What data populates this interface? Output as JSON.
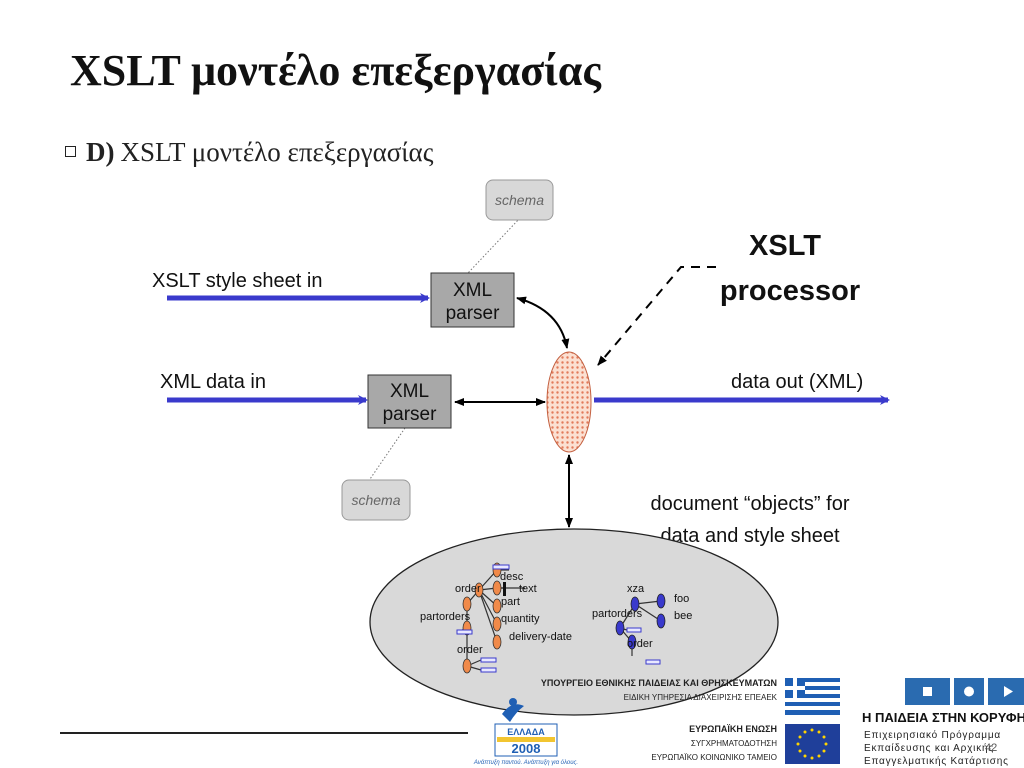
{
  "slide": {
    "title": "XSLT μοντέλο επεξεργασίας",
    "bullet_prefix": "D)",
    "bullet_text": "XSLT μοντέλο επεξεργασίας",
    "page_number": "42"
  },
  "diagram": {
    "schema_top": "schema",
    "schema_bottom": "schema",
    "xsl_input_label": "XSLT style sheet in",
    "xml_input_label": "XML data in",
    "parser_top_line1": "XML",
    "parser_top_line2": "parser",
    "parser_bottom_line1": "XML",
    "parser_bottom_line2": "parser",
    "processor_line1": "XSLT",
    "processor_line2": "processor",
    "output_label": "data out (XML)",
    "objects_line1": "document “objects” for",
    "objects_line2": "data and style sheet",
    "tree_left": {
      "order_top": "order",
      "desc": "desc",
      "text": "text",
      "part": "part",
      "partorders": "partorders",
      "quantity": "quantity",
      "delivery_date": "delivery-date",
      "order_bottom": "order"
    },
    "tree_right": {
      "xza": "xza",
      "foo": "foo",
      "partorders": "partorders",
      "bee": "bee",
      "order": "order"
    },
    "colors": {
      "arrow": "#3a3acc",
      "parser_fill": "#a8a8a8",
      "ellipse_fill": "#d9d9d9",
      "processor_fill": "#f5c6b0",
      "orange_node": "#f08a4a",
      "blue_node": "#3a3acc"
    }
  },
  "logos": {
    "ministry_line1": "ΥΠΟΥΡΓΕΙΟ ΕΘΝΙΚΗΣ ΠΑΙΔΕΙΑΣ ΚΑΙ ΘΡΗΣΚΕΥΜΑΤΩΝ",
    "ministry_line2": "ΕΙΔΙΚΗ ΥΠΗΡΕΣΙΑ ΔΙΑΧΕΙΡΙΣΗΣ ΕΠΕΑΕΚ",
    "eu_line1": "ΕΥΡΩΠΑΪΚΗ ΕΝΩΣΗ",
    "eu_line2": "ΣΥΓΧΡΗΜΑΤΟΔΟΤΗΣΗ",
    "eu_line3": "ΕΥΡΩΠΑΪΚΟ ΚΟΙΝΩΝΙΚΟ ΤΑΜΕΙΟ",
    "greece_label": "ΕΛΛΑΔΑ",
    "greece_year": "2008",
    "greece_slogan": "Ανάπτυξη παντού. Ανάπτυξη για όλους.",
    "paideia_title": "Η ΠΑΙΔΕΙΑ ΣΤΗΝ ΚΟΡΥΦΗ",
    "paideia_line1": "Επιχειρησιακό Πρόγραμμα",
    "paideia_line2": "Εκπαίδευσης και Αρχικής",
    "paideia_line3": "Επαγγελματικής Κατάρτισης"
  }
}
